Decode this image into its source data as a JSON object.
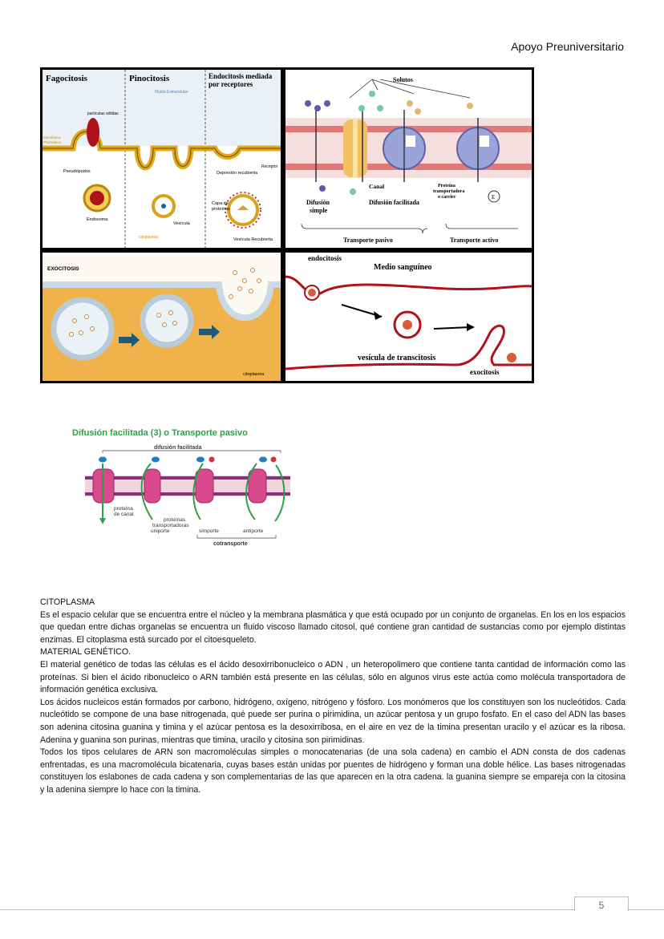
{
  "header": {
    "title": "Apoyo Preuniversitario"
  },
  "figure_top_left": {
    "col1_title": "Fagocitosis",
    "col2_title": "Pinocitosis",
    "col3_title_line1": "Endocitosis mediada",
    "col3_title_line2": "por receptores",
    "fluido": "Fluido Extracelular",
    "particulas": "partículas sólidas",
    "membrana_line1": "Membrana",
    "membrana_line2": "Plasmática",
    "pseudopodos": "Pseudópodos",
    "endosoma": "Endosoma",
    "vesicula": "Vesícula",
    "citoplasma": "citoplasma",
    "depresion": "Depresión recubierta",
    "receptor": "Receptor",
    "capa_line1": "Capa de",
    "capa_line2": "proteínas",
    "vesicula_recubierta": "Vesícula Recubierta"
  },
  "figure_top_right": {
    "solutos": "Solutos",
    "canal": "Canal",
    "proteina_line1": "Proteína",
    "proteina_line2": "transportadora",
    "proteina_line3": "o carrier",
    "difusion_simple_line1": "Difusión",
    "difusion_simple_line2": "simple",
    "difusion_facilitada": "Difusión facilitada",
    "energy": "E",
    "transporte_pasivo": "Transporte pasivo",
    "transporte_activo": "Transporte activo"
  },
  "figure_bottom_left": {
    "title": "EXOCITOSIS",
    "citoplasma": "citoplasma"
  },
  "figure_bottom_right": {
    "endocitosis": "endocitosis",
    "medio": "Medio sanguíneo",
    "vesicula_transcitosis": "vesícula de transcitosis",
    "exocitosis": "exocitosis"
  },
  "difusion_figure": {
    "title": "Difusión facilitada (3) o Transporte pasivo",
    "subtitle": "difusión facilitada",
    "proteina_canal_line1": "proteína",
    "proteina_canal_line2": "de canal",
    "transportadoras_line1": "proteínas",
    "transportadoras_line2": "transportadoras",
    "uniporte": "uniporte",
    "simporte": "simporte",
    "antiporte": "antiporte",
    "cotransporte": "cotransporte"
  },
  "body": {
    "h_citoplasma": "CITOPLASMA",
    "p_citoplasma": "Es el espacio celular que se encuentra entre el núcleo y la membrana plasmática y que está ocupado por un conjunto de organelas. En los en los espacios que quedan entre dichas organelas se encuentra un fluido viscoso llamado citosol, qué contiene gran cantidad de sustancias como por ejemplo distintas enzimas. El citoplasma está surcado por el citoesqueleto.",
    "h_material": "MATERIAL GENÉTICO.",
    "p_material1": "El material genético de todas las células es el ácido desoxirribonucleico o ADN , un heteropolimero que contiene tanta cantidad de información como las proteínas. Si bien el ácido ribonucleico o ARN también está presente en las células, sólo en algunos virus este actúa como molécula transportadora de información genética exclusiva.",
    "p_material2": "Los ácidos nucleicos están formados por carbono, hidrógeno, oxígeno, nitrógeno y fósforo. Los monómeros que los constituyen son los nucleótidos. Cada nucleótido se compone de una base nitrogenada, qué puede ser purina o pirimidina, un azúcar pentosa y un grupo fosfato. En el caso del ADN las bases son adenina citosina guanina y timina y el azúcar pentosa es la desoxirribosa, en el aire en vez de la timina presentan uracilo y el azúcar es la ribosa. Adenina y guanina son purinas, mientras que timina, uracilo y citosina son pirimidinas.",
    "p_material3": "Todos los tipos celulares de ARN son macromoléculas simples o monocatenarias (de una sola cadena) en cambio el ADN consta de dos cadenas enfrentadas, es una macromolécula bicatenaria, cuyas bases están unidas por puentes de hidrógeno y forman una doble hélice. Las bases nitrogenadas constituyen los eslabones de cada cadena y son complementarias de las que aparecen en la otra cadena. la guanina siempre se empareja con la citosina y la adenina siempre lo hace con la timina."
  },
  "footer": {
    "page_number": "5"
  }
}
